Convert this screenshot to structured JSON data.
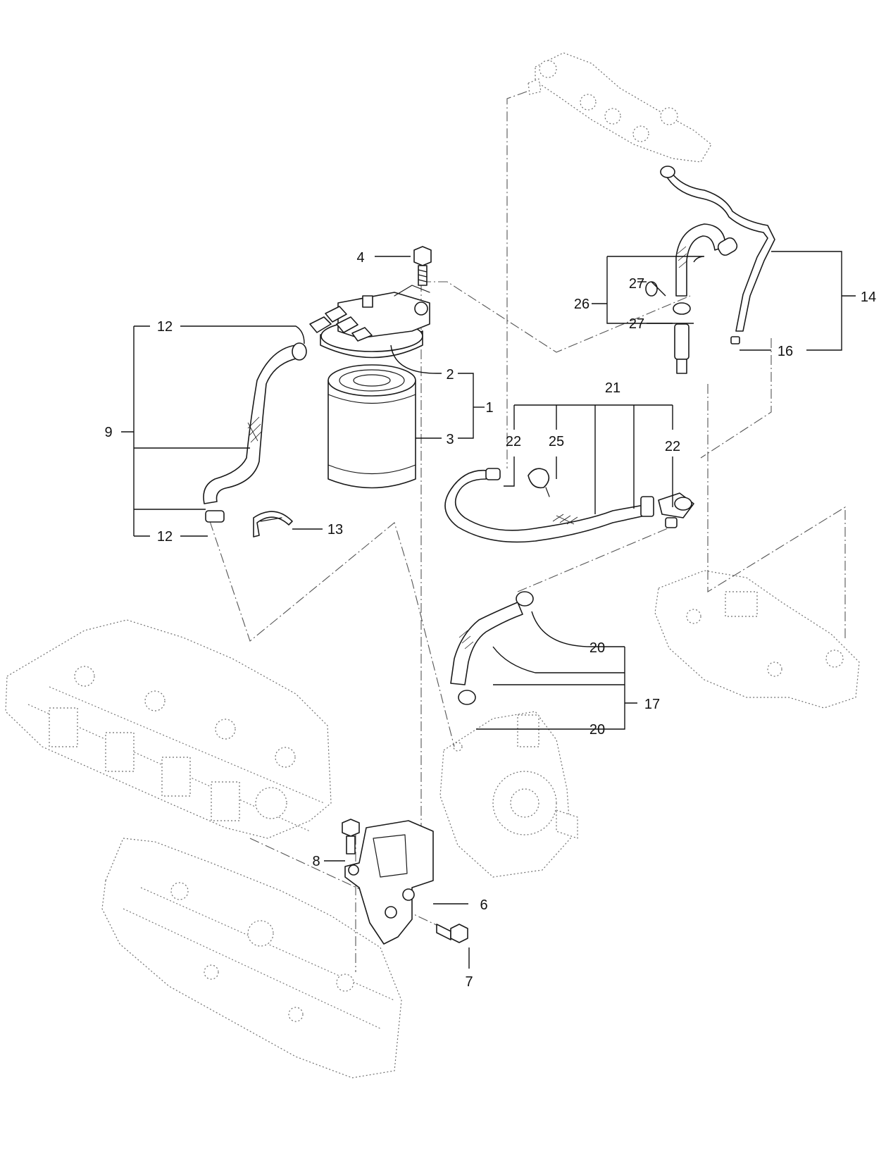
{
  "diagram": {
    "callouts": {
      "c1": "1",
      "c2": "2",
      "c3": "3",
      "c4": "4",
      "c6": "6",
      "c7": "7",
      "c8": "8",
      "c9": "9",
      "c12a": "12",
      "c12b": "12",
      "c13": "13",
      "c14": "14",
      "c16": "16",
      "c17": "17",
      "c20a": "20",
      "c20b": "20",
      "c21": "21",
      "c22a": "22",
      "c22b": "22",
      "c25": "25",
      "c26": "26",
      "c27a": "27",
      "c27b": "27"
    }
  }
}
